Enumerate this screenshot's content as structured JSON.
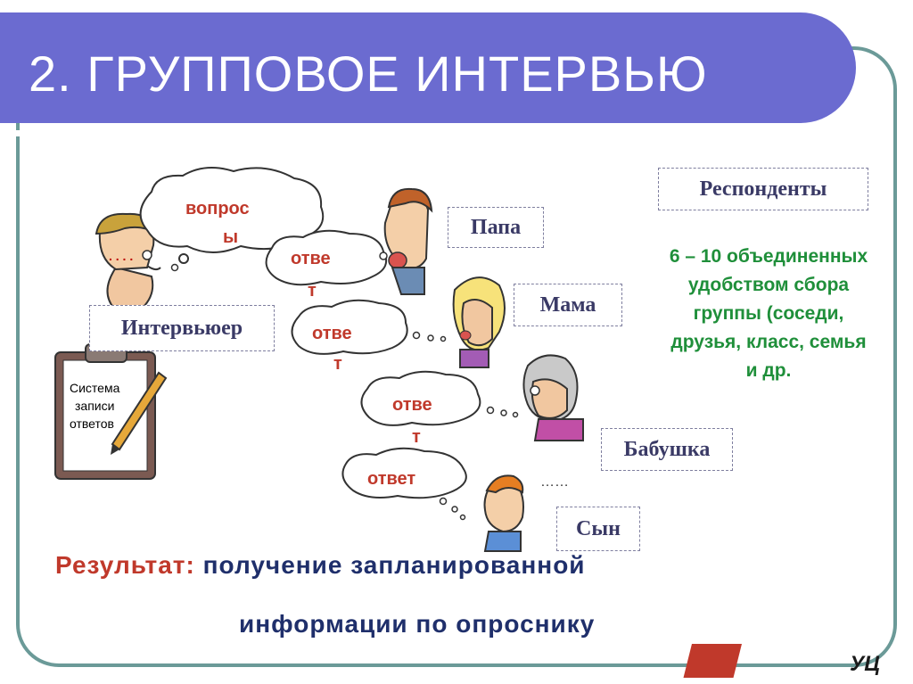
{
  "title": "2. ГРУППОВОЕ ИНТЕРВЬЮ",
  "interviewer_label": "Интервьюер",
  "clipboard": {
    "line1": "Система",
    "line2": "записи",
    "line3": "ответов"
  },
  "respondents_label": "Респонденты",
  "respondents": {
    "papa": "Папа",
    "mama": "Мама",
    "babushka": "Бабушка",
    "syn": "Сын"
  },
  "bubbles": {
    "question": [
      "вопрос",
      "ы"
    ],
    "answer1": [
      "отве",
      "т"
    ],
    "answer2": [
      "отве",
      "т"
    ],
    "answer3": [
      "отве",
      "т"
    ],
    "answer4": [
      "ответ"
    ]
  },
  "ellipsis": "……",
  "description": [
    "6 – 10 объединенных",
    "удобством сбора",
    "группы (соседи,",
    "друзья, класс, семья",
    "и др."
  ],
  "result": {
    "label": "Результат:",
    "line1": "получение запланированной",
    "line2": "информации по опроснику"
  },
  "logo_text": "УЦ",
  "colors": {
    "title_bar": "#6b6bd0",
    "frame": "#6b9a98",
    "bubble_text": "#c0392b",
    "note": "#1f8f3a",
    "result_label": "#c0392b",
    "result_text": "#1f2f6b"
  }
}
